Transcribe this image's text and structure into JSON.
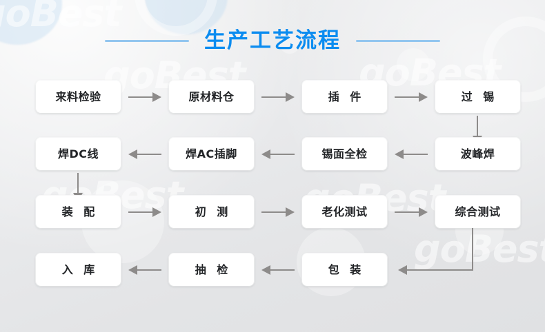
{
  "page": {
    "background_color": "#e6e7e9",
    "accent_color": "#0b8cf0",
    "rule_color": "#93c6ef",
    "connector_color": "#8d8b8a",
    "node_background": "#ffffff",
    "node_text_color": "#222427"
  },
  "header": {
    "title": "生产工艺流程"
  },
  "watermark": {
    "text": "goBest"
  },
  "flow": {
    "rows": [
      {
        "direction": "left-to-right",
        "nodes": [
          {
            "label": "来料检验"
          },
          {
            "label": "原材料仓"
          },
          {
            "label": "插 件"
          },
          {
            "label": "过 锡"
          }
        ]
      },
      {
        "direction": "right-to-left",
        "nodes": [
          {
            "label": "焊DC线"
          },
          {
            "label": "焊AC插脚"
          },
          {
            "label": "锡面全检"
          },
          {
            "label": "波峰焊"
          }
        ]
      },
      {
        "direction": "left-to-right",
        "nodes": [
          {
            "label": "装 配"
          },
          {
            "label": "初 测"
          },
          {
            "label": "老化测试"
          },
          {
            "label": "综合测试"
          }
        ]
      },
      {
        "direction": "right-to-left",
        "nodes": [
          {
            "label": "入 库"
          },
          {
            "label": "抽 检"
          },
          {
            "label": "包 装"
          }
        ]
      }
    ]
  }
}
